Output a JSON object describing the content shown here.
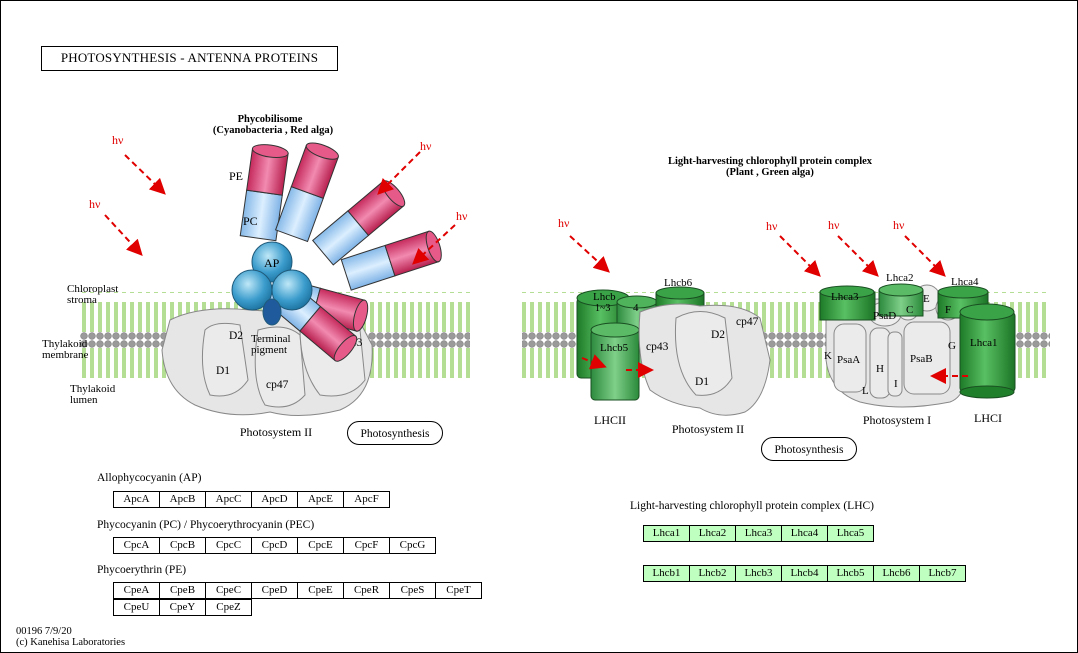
{
  "title": "PHOTOSYNTHESIS - ANTENNA PROTEINS",
  "light_symbol": "hν",
  "phycobilisome": {
    "title": "Phycobilisome",
    "subtitle": "(Cyanobacteria , Red alga)",
    "rod_labels": {
      "pe": "PE",
      "pc": "PC",
      "ap": "AP"
    },
    "terminal_pigment": [
      "Terminal",
      "pigment"
    ],
    "side_labels": {
      "stroma": [
        "Chloroplast",
        "stroma"
      ],
      "membrane": [
        "Thylakoid",
        "membrane"
      ],
      "lumen": [
        "Thylakoid",
        "lumen"
      ]
    },
    "ps2": {
      "d1": "D1",
      "d2": "D2",
      "cp43": "cp43",
      "cp47": "cp47"
    },
    "photosystem_label": "Photosystem II",
    "link_label": "Photosynthesis"
  },
  "lhc": {
    "title": "Light-harvesting chlorophyll protein complex",
    "subtitle": "(Plant , Green alga)",
    "labels": {
      "lhcb_1_3": [
        "Lhcb",
        "1~3"
      ],
      "lhcb4": "4",
      "lhcb5": "Lhcb5",
      "lhcb6": "Lhcb6",
      "lhcii": "LHCII",
      "cp43": "cp43",
      "cp47": "cp47",
      "d1": "D1",
      "d2": "D2",
      "ps2": "Photosystem II",
      "lhca3": "Lhca3",
      "lhca2": "Lhca2",
      "lhca4": "Lhca4",
      "lhca1": "Lhca1",
      "psad": "PsaD",
      "c": "C",
      "e": "E",
      "f": "F",
      "k": "K",
      "psaa": "PsaA",
      "psab": "PsaB",
      "h": "H",
      "i": "I",
      "l": "L",
      "g": "G",
      "ps1": "Photosystem I",
      "lhci": "LHCI"
    },
    "link_label": "Photosynthesis"
  },
  "gene_groups": {
    "ap": {
      "title": "Allophycocyanin (AP)",
      "genes": [
        "ApcA",
        "ApcB",
        "ApcC",
        "ApcD",
        "ApcE",
        "ApcF"
      ]
    },
    "pc": {
      "title": "Phycocyanin (PC) / Phycoerythrocyanin (PEC)",
      "genes": [
        "CpcA",
        "CpcB",
        "CpcC",
        "CpcD",
        "CpcE",
        "CpcF",
        "CpcG"
      ]
    },
    "pe": {
      "title": "Phycoerythrin (PE)",
      "row1": [
        "CpeA",
        "CpeB",
        "CpeC",
        "CpeD",
        "CpeE",
        "CpeR",
        "CpeS",
        "CpeT"
      ],
      "row2": [
        "CpeU",
        "CpeY",
        "CpeZ"
      ]
    },
    "lhc": {
      "title": "Light-harvesting chlorophyll protein complex (LHC)",
      "lhca": [
        "Lhca1",
        "Lhca2",
        "Lhca3",
        "Lhca4",
        "Lhca5"
      ],
      "lhcb": [
        "Lhcb1",
        "Lhcb2",
        "Lhcb3",
        "Lhcb4",
        "Lhcb5",
        "Lhcb6",
        "Lhcb7"
      ]
    }
  },
  "footer": {
    "id_date": "00196 7/9/20",
    "copyright": "(c) Kanehisa Laboratories"
  },
  "colors": {
    "pe": "#d63a6e",
    "pc": "#a9d0f5",
    "ap": "#4aa3cf",
    "protein": "#e6e6e6",
    "lhc_green": "#2f9a3a",
    "membrane": "#8ccc5a",
    "arrow": "#e00000",
    "gene_green": "#bfffbf"
  }
}
